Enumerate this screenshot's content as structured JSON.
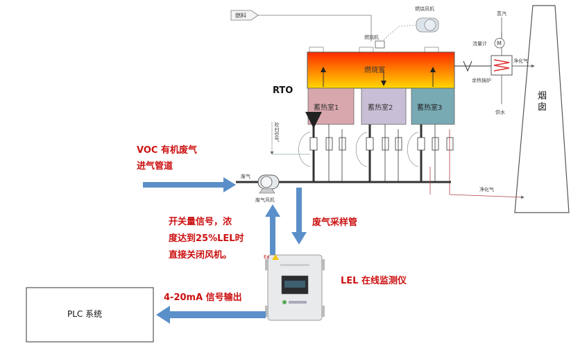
{
  "labels": {
    "fuel": "燃料",
    "burner_fan": "燃烧风机",
    "burner": "燃烧机",
    "steam": "蒸汽",
    "flowmeter": "流量计",
    "motor_symbol": "M",
    "clean_gas_top": "净化气",
    "waste_heat_boiler": "余热锅炉",
    "water_supply": "供水",
    "chimney": "烟囱",
    "combustion_chamber": "燃烧室",
    "rto": "RTO",
    "regen_1": "蓄热室1",
    "regen_2": "蓄热室2",
    "regen_3": "蓄热室3",
    "purge_air": "吹扫空气",
    "waste_gas": "废气",
    "waste_gas_fan": "废气风机",
    "clean_gas_bottom": "净化气",
    "voc_inlet": "VOC 有机废气进气管道",
    "switch_signal": "开关量信号，浓度达到25%LEL时直接关闭风机。",
    "sampling_pipe": "废气采样管",
    "lel_monitor": "LEL 在线监测仪",
    "signal_output": "4-20mA 信号输出",
    "plc": "PLC 系统",
    "ex_mark": "Ex"
  },
  "colors": {
    "arrow_blue": "#5b8fc9",
    "label_red": "#cc1010",
    "chamber_hot": "#ff2a00",
    "chamber_warm": "#ffd000",
    "regen_1": "#d8a7ad",
    "regen_2": "#c8bfd6",
    "regen_3": "#78aab4",
    "pipe": "#333333"
  }
}
